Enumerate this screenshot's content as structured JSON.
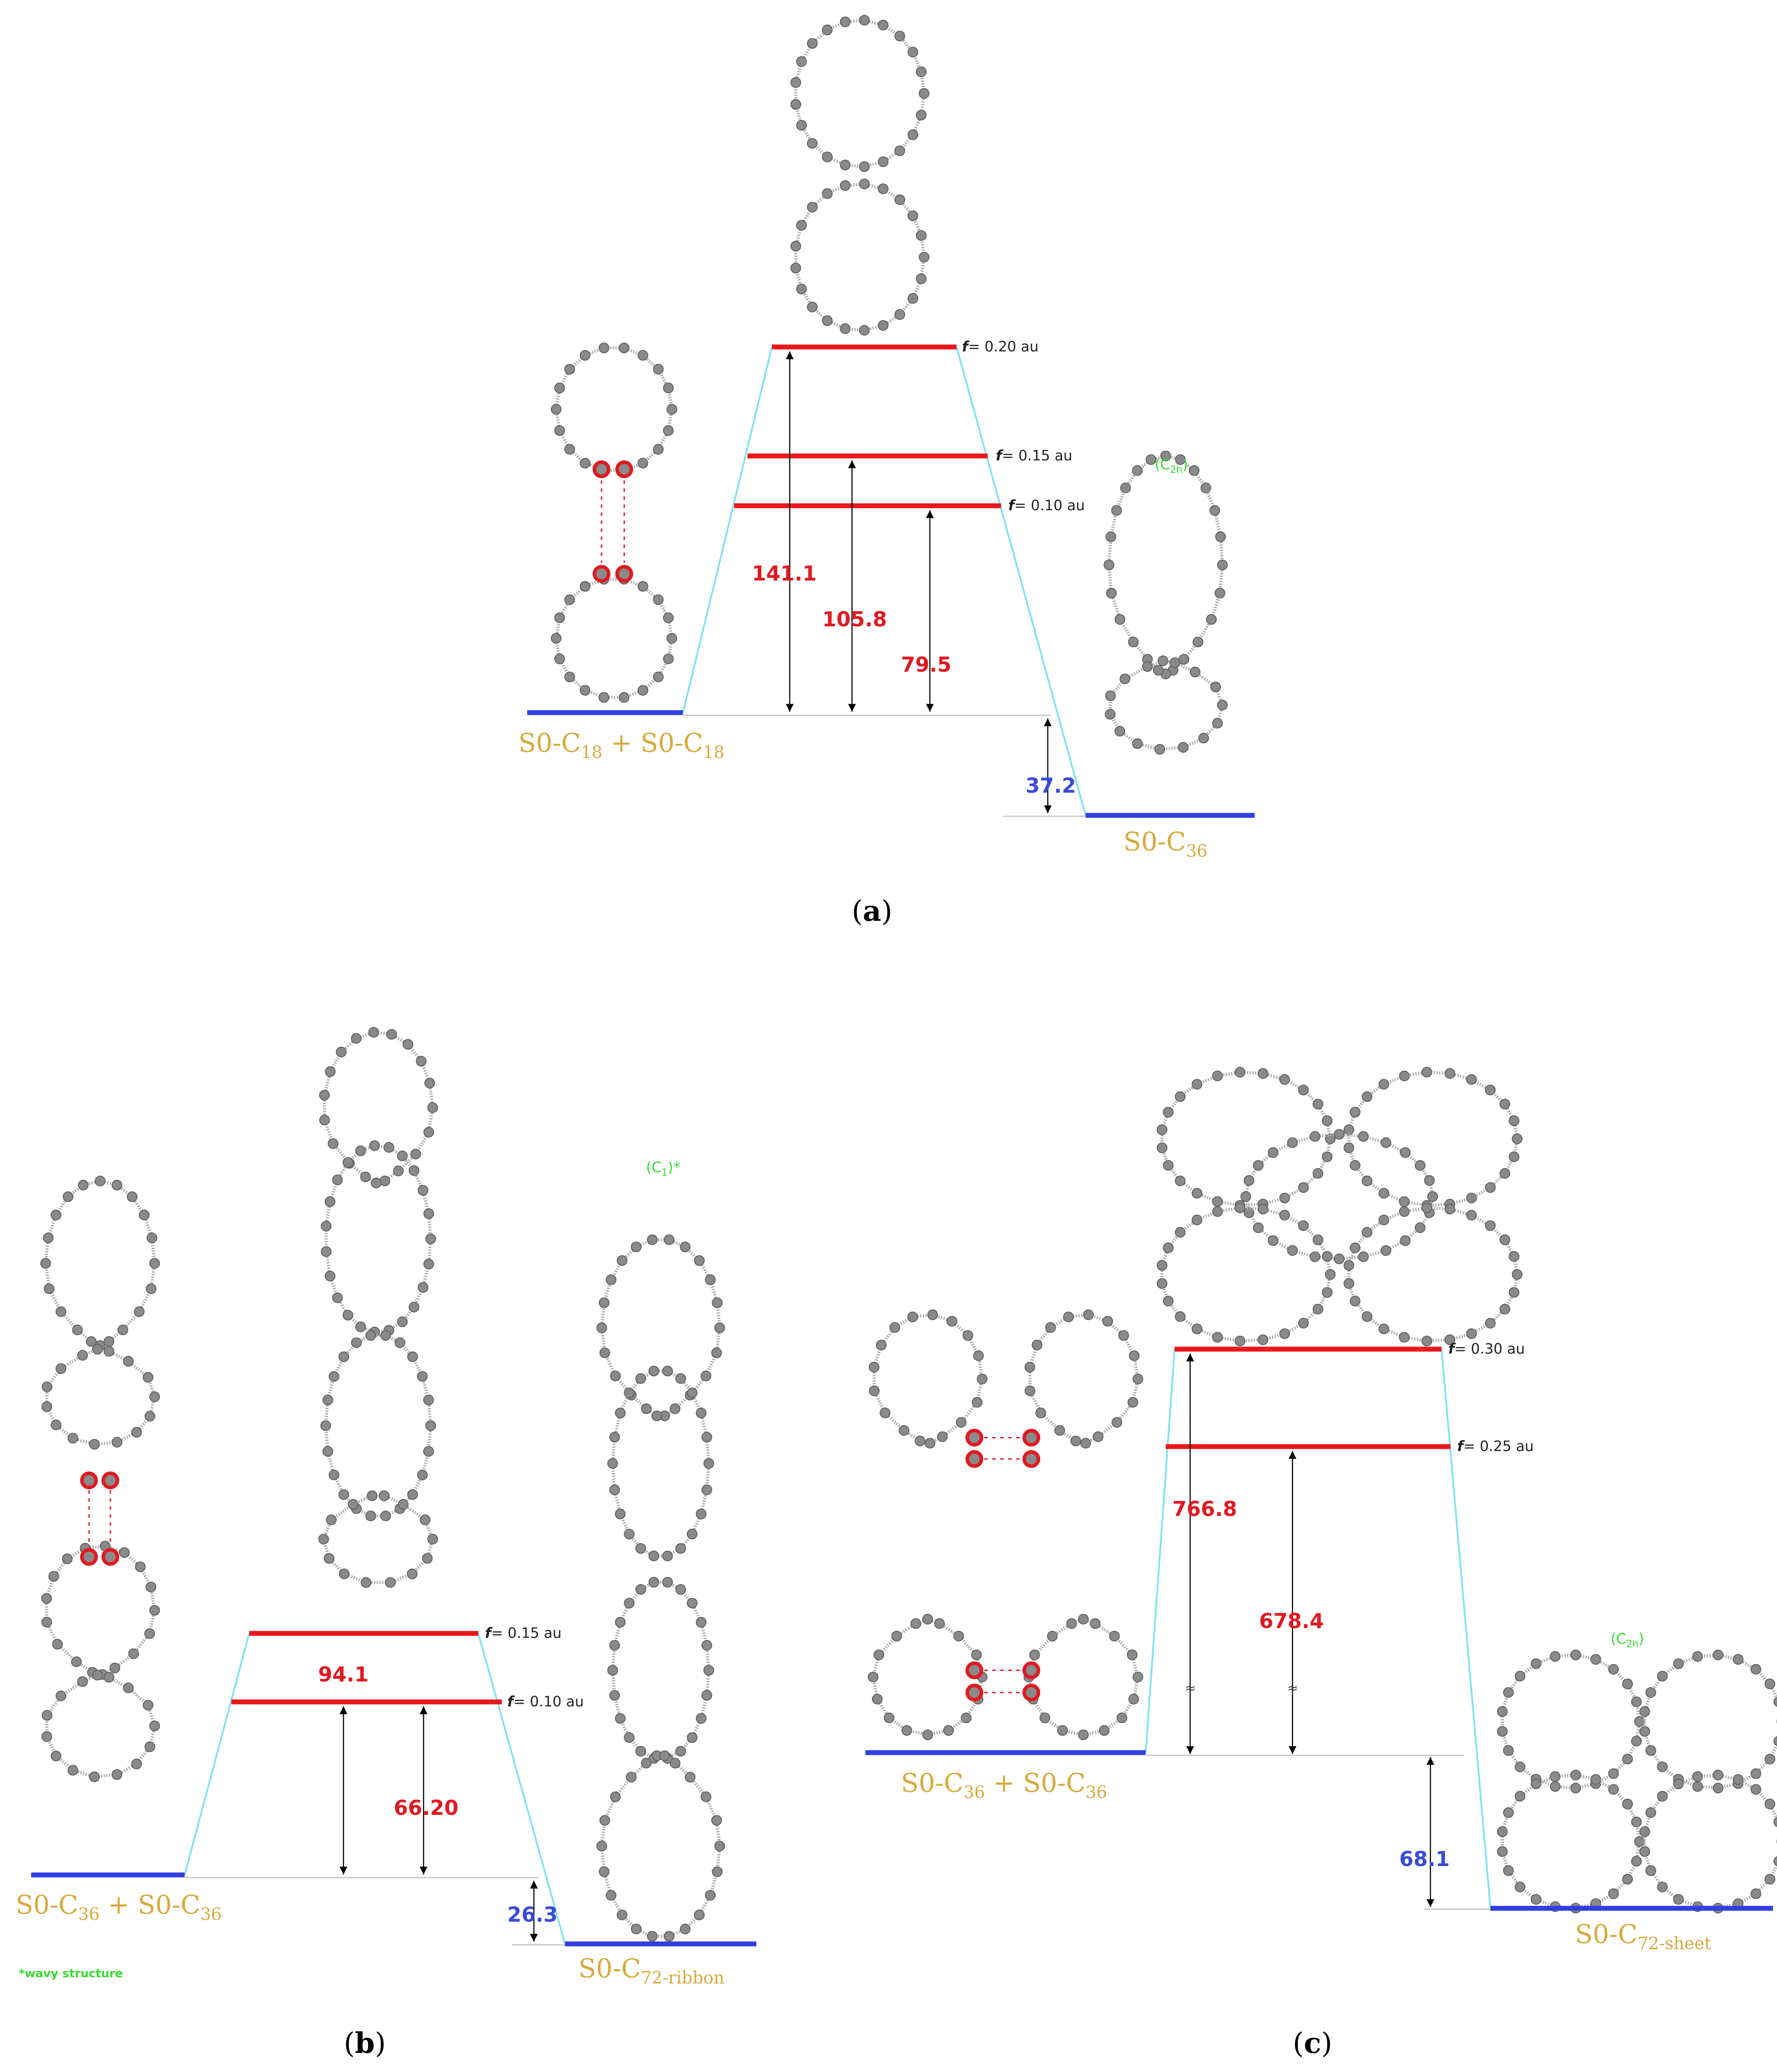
{
  "colors": {
    "excited_level": "#e8191c",
    "ground_level": "#2f3fe0",
    "connector": "#7fe3f0",
    "value_red": "#e01a22",
    "value_blue": "#3a4bd8",
    "species_label": "#d8a93a",
    "symmetry_label": "#33dd2d",
    "atom": "#8a8a8a",
    "bond": "#b0b0b0",
    "highlight": "#e01a22"
  },
  "panel_a": {
    "caption_letter": "a",
    "reactant_label": {
      "pre": "S0-C",
      "sub1": "18",
      "mid": " + S0-C",
      "sub2": "18"
    },
    "product_label": {
      "pre": "S0-C",
      "sub": "36"
    },
    "symmetry": {
      "pre": "(C",
      "sub": "2h",
      "post": ")"
    },
    "levels": [
      {
        "f_text": "0.20 au",
        "value": "141.1"
      },
      {
        "f_text": "0.15 au",
        "value": "105.8"
      },
      {
        "f_text": "0.10 au",
        "value": "79.5"
      }
    ],
    "reaction_energy": "37.2"
  },
  "panel_b": {
    "caption_letter": "b",
    "reactant_label": {
      "pre": "S0-C",
      "sub1": "36",
      "mid": " + S0-C",
      "sub2": "36"
    },
    "product_label": {
      "pre": "S0-C",
      "sub": "72-ribbon"
    },
    "symmetry": {
      "pre": "(C",
      "sub": "1",
      "post": ")*"
    },
    "footnote": "*wavy structure",
    "levels": [
      {
        "f_text": "0.15 au",
        "value": "94.1"
      },
      {
        "f_text": "0.10 au",
        "value": "66.20"
      }
    ],
    "reaction_energy": "26.3"
  },
  "panel_c": {
    "caption_letter": "c",
    "reactant_label": {
      "pre": "S0-C",
      "sub1": "36",
      "mid": " + S0-C",
      "sub2": "36"
    },
    "product_label": {
      "pre": "S0-C",
      "sub": "72-sheet"
    },
    "symmetry": {
      "pre": "(C",
      "sub": "2h",
      "post": ")"
    },
    "levels": [
      {
        "f_text": "0.30 au",
        "value": "766.8"
      },
      {
        "f_text": "0.25 au",
        "value": "678.4"
      }
    ],
    "reaction_energy": "68.1",
    "break_mark": "≈"
  },
  "f_symbol": "f",
  "f_equals": "= ",
  "caption_open": "(",
  "caption_close": ")"
}
